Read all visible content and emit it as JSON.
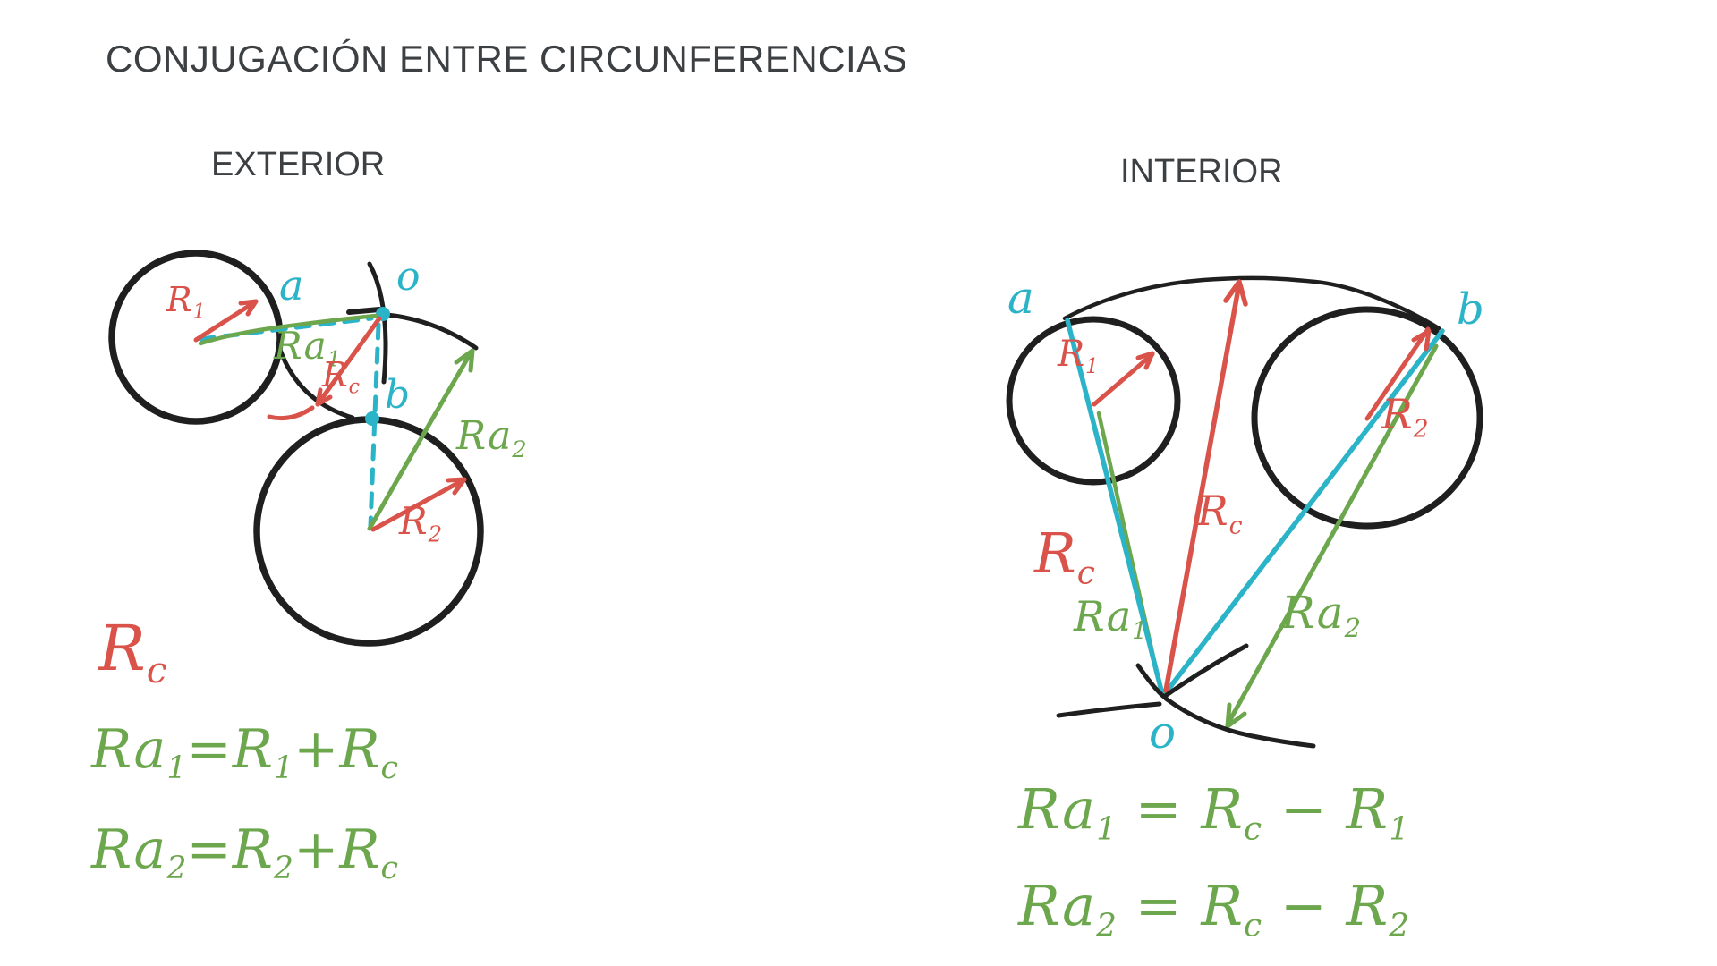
{
  "title": {
    "text": "CONJUGACIÓN ENTRE CIRCUNFERENCIAS"
  },
  "colors": {
    "ink": "#1f1f1f",
    "red": "#d9534a",
    "green": "#6ca64d",
    "cyan": "#2bb3c8",
    "heading_gray": "#3d4043",
    "background": "#ffffff"
  },
  "exterior": {
    "heading": "EXTERIOR",
    "labels": {
      "a": {
        "segments": [
          {
            "t": "a"
          }
        ]
      },
      "o": {
        "segments": [
          {
            "t": "o"
          }
        ]
      },
      "b": {
        "segments": [
          {
            "t": "b"
          }
        ]
      },
      "r1": {
        "segments": [
          {
            "t": "R"
          },
          {
            "sub": "1"
          }
        ]
      },
      "ra1": {
        "segments": [
          {
            "t": "Ra"
          },
          {
            "sub": "1"
          }
        ]
      },
      "rc": {
        "segments": [
          {
            "t": "R"
          },
          {
            "sub": "c"
          }
        ]
      },
      "r2": {
        "segments": [
          {
            "t": "R"
          },
          {
            "sub": "2"
          }
        ]
      },
      "ra2": {
        "segments": [
          {
            "t": "Ra"
          },
          {
            "sub": "2"
          }
        ]
      }
    },
    "formulas": {
      "rc": {
        "segments": [
          {
            "t": "R"
          },
          {
            "sub": "c"
          }
        ]
      },
      "line1": {
        "segments": [
          {
            "t": "Ra"
          },
          {
            "sub": "1"
          },
          {
            "t": "=R"
          },
          {
            "sub": "1"
          },
          {
            "t": "+R"
          },
          {
            "sub": "c"
          }
        ]
      },
      "line2": {
        "segments": [
          {
            "t": "Ra"
          },
          {
            "sub": "2"
          },
          {
            "t": "=R"
          },
          {
            "sub": "2"
          },
          {
            "t": "+R"
          },
          {
            "sub": "c"
          }
        ]
      }
    }
  },
  "interior": {
    "heading": "INTERIOR",
    "labels": {
      "a": {
        "segments": [
          {
            "t": "a"
          }
        ]
      },
      "b": {
        "segments": [
          {
            "t": "b"
          }
        ]
      },
      "o": {
        "segments": [
          {
            "t": "o"
          }
        ]
      },
      "r1": {
        "segments": [
          {
            "t": "R"
          },
          {
            "sub": "1"
          }
        ]
      },
      "r2": {
        "segments": [
          {
            "t": "R"
          },
          {
            "sub": "2"
          }
        ]
      },
      "rc_mid": {
        "segments": [
          {
            "t": "R"
          },
          {
            "sub": "c"
          }
        ]
      },
      "rc_left": {
        "segments": [
          {
            "t": "R"
          },
          {
            "sub": "c"
          }
        ]
      },
      "ra1": {
        "segments": [
          {
            "t": "Ra"
          },
          {
            "sub": "1"
          }
        ]
      },
      "ra2": {
        "segments": [
          {
            "t": "Ra"
          },
          {
            "sub": "2"
          }
        ]
      }
    },
    "formulas": {
      "line1": {
        "segments": [
          {
            "t": "Ra"
          },
          {
            "sub": "1"
          },
          {
            "t": " = R"
          },
          {
            "sub": "c"
          },
          {
            "t": " − R"
          },
          {
            "sub": "1"
          }
        ]
      },
      "line2": {
        "segments": [
          {
            "t": "Ra"
          },
          {
            "sub": "2"
          },
          {
            "t": " = R"
          },
          {
            "sub": "c"
          },
          {
            "t": " − R"
          },
          {
            "sub": "2"
          }
        ]
      }
    }
  }
}
